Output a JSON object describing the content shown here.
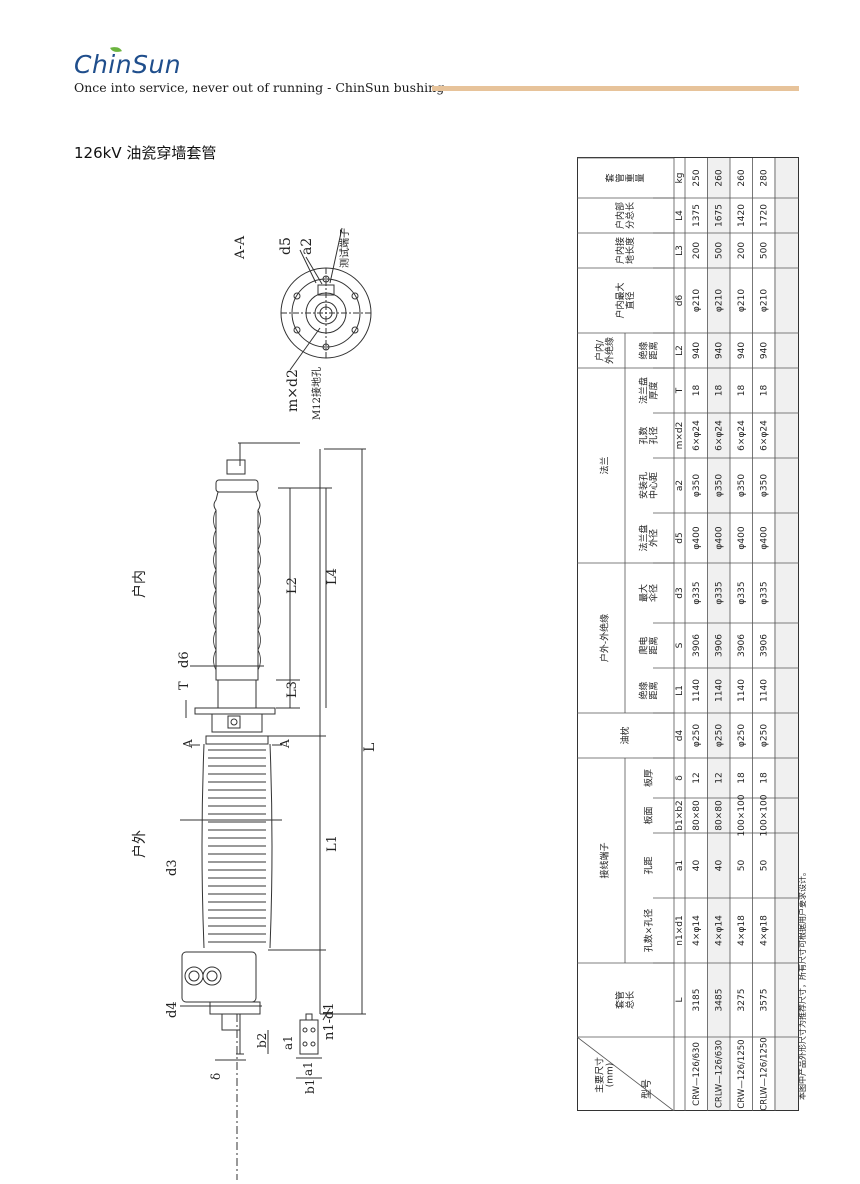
{
  "header": {
    "brand": "ChinSun",
    "tagline": "Once into service, never out of running - ChinSun bushing",
    "accent_color": "#e7c39a",
    "brand_color": "#1f4e8c",
    "leaf_color": "#6bb43f"
  },
  "page_title": "126kV 油瓷穿墙套管",
  "drawing": {
    "section_label": "A-A",
    "indoor_label": "户内",
    "outdoor_label": "户外",
    "section_marker": "A",
    "labels": {
      "d5": "d5",
      "a2": "a2",
      "test_tap": "测试端子",
      "m_d2": "m×d2",
      "ground_hole": "M12接地孔",
      "L": "L",
      "L1": "L1",
      "L2": "L2",
      "L3": "L3",
      "L4": "L4",
      "d3": "d3",
      "d4": "d4",
      "d6": "d6",
      "T": "T",
      "n1_d1": "n1-d1",
      "b2": "b2",
      "a1": "a1",
      "b1": "b1",
      "delta": "δ"
    }
  },
  "table": {
    "header_main": "主要尺寸\n(mm)",
    "header_model": "型号",
    "groups": {
      "total_length": "套管\n总长",
      "terminal": "接线端子",
      "oil_pillow": "油枕",
      "outdoor_insul": "户外-外绝缘",
      "flange": "法兰",
      "inner_outer_insul": "户内/\n外绝缘",
      "indoor_max_dia": "户内最大\n直径",
      "indoor_ground_len": "户内接\n地长度",
      "indoor_total_len": "户内部\n分总长",
      "weight": "套\n管\n重\n量"
    },
    "subheaders": {
      "holes_dia": "孔数×孔径",
      "hole_pitch": "孔距",
      "plate": "板面",
      "plate_thk": "板厚",
      "insul_dist": "绝缘\n距离",
      "creepage": "爬电\n距离",
      "max_shed": "最大\n伞径",
      "flange_od": "法兰盘\n外径",
      "hole_center": "安装孔\n中心距",
      "hole_count": "孔数\n孔径",
      "flange_thk": "法兰盘\n厚度",
      "insul_dist2": "绝缘\n距离"
    },
    "symbols": [
      "L",
      "n1×d1",
      "a1",
      "b1×b2",
      "δ",
      "d4",
      "L1",
      "S",
      "d3",
      "d5",
      "a2",
      "m×d2",
      "T",
      "L2",
      "d6",
      "L3",
      "L4",
      "kg"
    ],
    "rows": [
      {
        "model": "CRW—126/630",
        "values": [
          "3185",
          "4×φ14",
          "40",
          "80×80",
          "12",
          "φ250",
          "1140",
          "3906",
          "φ335",
          "φ400",
          "φ350",
          "6×φ24",
          "18",
          "940",
          "φ210",
          "200",
          "1375",
          "250"
        ]
      },
      {
        "model": "CRLW—126/630",
        "values": [
          "3485",
          "4×φ14",
          "40",
          "80×80",
          "12",
          "φ250",
          "1140",
          "3906",
          "φ335",
          "φ400",
          "φ350",
          "6×φ24",
          "18",
          "940",
          "φ210",
          "500",
          "1675",
          "260"
        ]
      },
      {
        "model": "CRW—126/1250",
        "values": [
          "3275",
          "4×φ18",
          "50",
          "100×100",
          "18",
          "φ250",
          "1140",
          "3906",
          "φ335",
          "φ400",
          "φ350",
          "6×φ24",
          "18",
          "940",
          "φ210",
          "200",
          "1420",
          "260"
        ]
      },
      {
        "model": "CRLW—126/1250",
        "values": [
          "3575",
          "4×φ18",
          "50",
          "100×100",
          "18",
          "φ250",
          "1140",
          "3906",
          "φ335",
          "φ400",
          "φ350",
          "6×φ24",
          "18",
          "940",
          "φ210",
          "500",
          "1720",
          "280"
        ]
      }
    ],
    "footnote": "本图中产品外形尺寸为推荐尺寸，所有尺寸可根据用户要求设计。"
  }
}
